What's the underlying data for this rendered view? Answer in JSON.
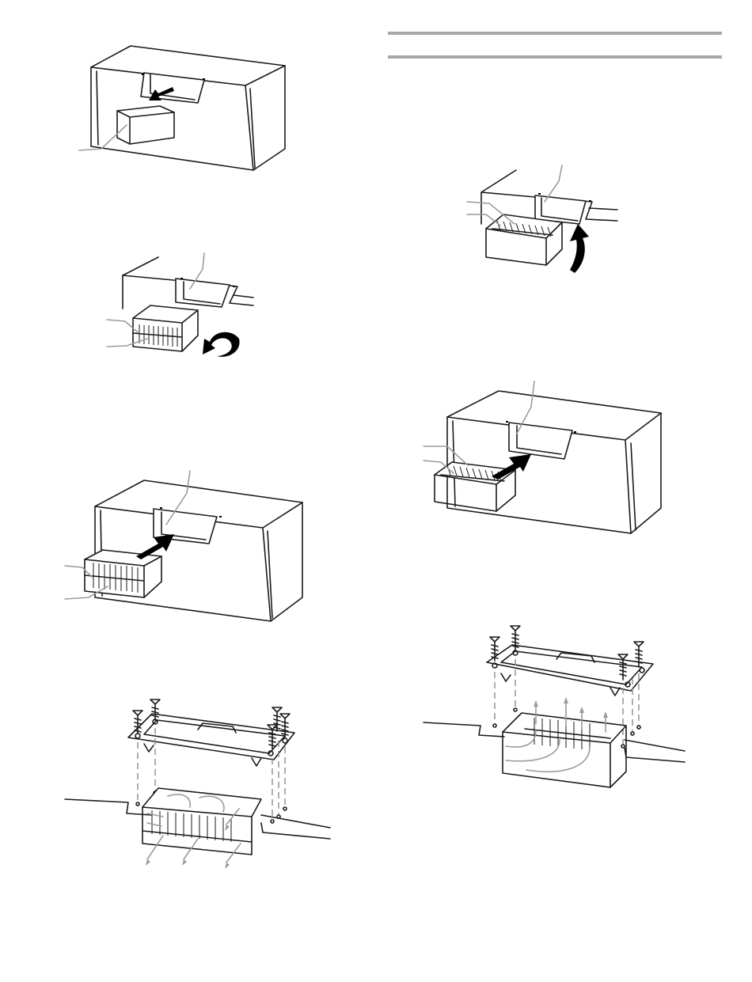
{
  "figures": [
    {
      "id": "remove-grille",
      "icon": "remove-arrow-icon"
    },
    {
      "id": "rotate-vent",
      "icon": "rotate-arrow-icon"
    },
    {
      "id": "insert-vent-rotated",
      "icon": "insert-arrow-icon"
    },
    {
      "id": "install-vent-cover",
      "icon": "screw-icon"
    },
    {
      "id": "lift-vent",
      "icon": "lift-arrow-icon"
    },
    {
      "id": "insert-vent-upright",
      "icon": "insert-arrow-icon"
    },
    {
      "id": "install-vent-cover-up",
      "icon": "screw-icon"
    }
  ],
  "colors": {
    "line": "#1a1a1a",
    "leader": "#9b9b9b",
    "rule": "#a7a7a7",
    "arrow": "#000000"
  }
}
